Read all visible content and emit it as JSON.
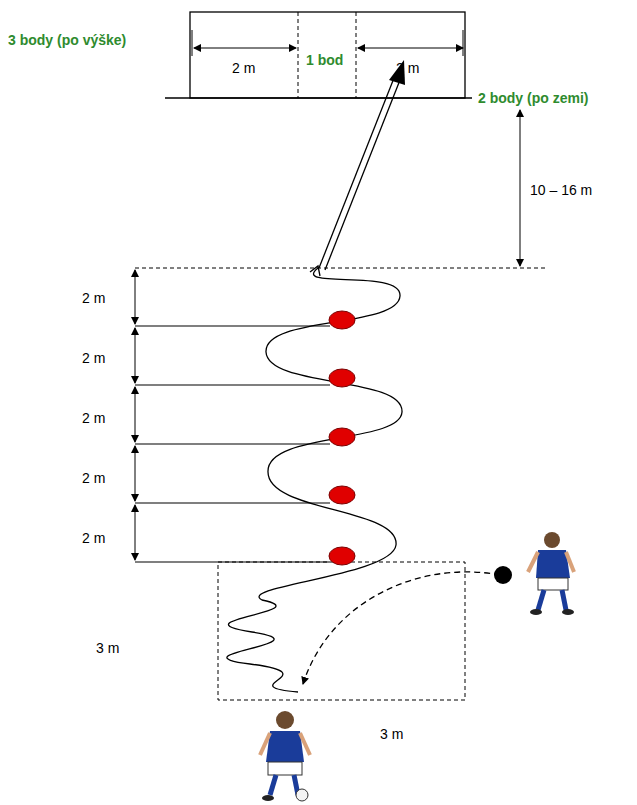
{
  "diagram": {
    "labels": [
      "3 body (po výške)",
      "2 m",
      "1 bod",
      "2 m",
      "2 body (po zemi)",
      "10 – 16 m",
      "2 m",
      "2 m",
      "2 m",
      "2 m",
      "2 m",
      "3 m",
      "3 m"
    ]
  }
}
